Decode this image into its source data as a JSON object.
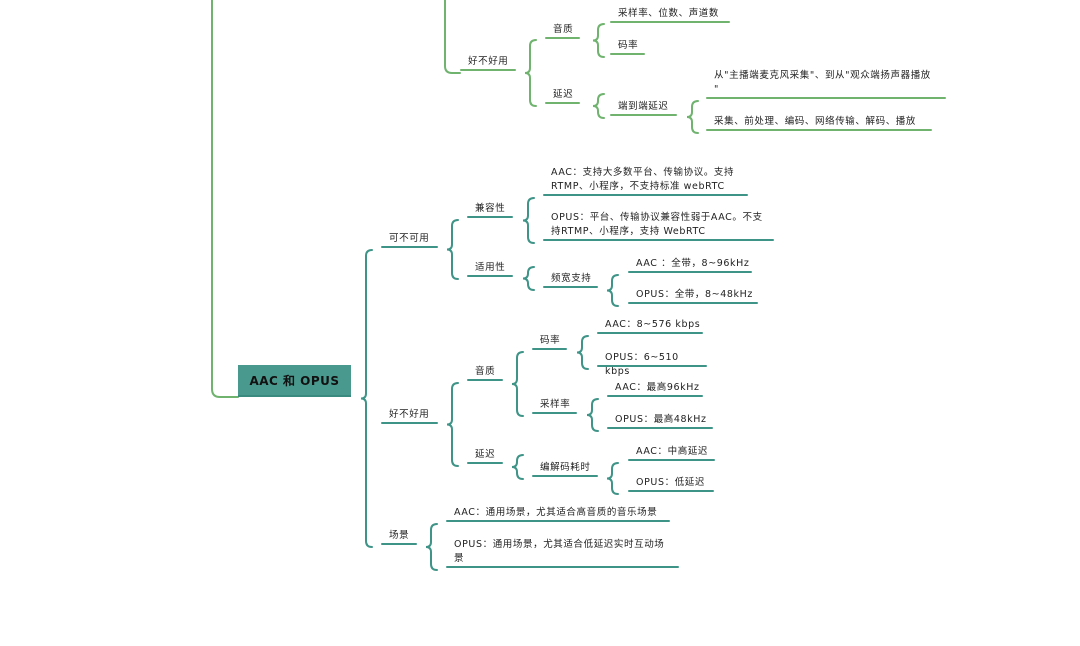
{
  "colors": {
    "top_branch": "#6fb36f",
    "bottom_branch": "#3f9488",
    "root_fill": "#4a998e"
  },
  "root": "AAC 和 OPUS",
  "top": {
    "good": "好不好用",
    "quality": "音质",
    "q1": "采样率、位数、声道数",
    "q2": "码率",
    "latency": "延迟",
    "e2e": "端到端延迟",
    "e2e1": "从\"主播端麦克风采集\"、到从\"观众端扬声器播放\n\"",
    "e2e2": "采集、前处理、编码、网络传输、解码、播放"
  },
  "bottom": {
    "usable": "可不可用",
    "compat": "兼容性",
    "compat_aac": "AAC：支持大多数平台、传输协议。支持\nRTMP、小程序，不支持标准 webRTC",
    "compat_opus": "OPUS：平台、传输协议兼容性弱于AAC。不支\n持RTMP、小程序，支持 WebRTC",
    "applic": "适用性",
    "band": "频宽支持",
    "band_aac": "AAC ：全带，8~96kHz",
    "band_opus": "OPUS：全带，8~48kHz",
    "good": "好不好用",
    "quality": "音质",
    "bitrate": "码率",
    "bitrate_aac": "AAC：8~576 kbps",
    "bitrate_opus": "OPUS：6~510 kbps",
    "sample": "采样率",
    "sample_aac": "AAC：最高96kHz",
    "sample_opus": "OPUS：最高48kHz",
    "latency": "延迟",
    "codec": "编解码耗时",
    "codec_aac": "AAC：中高延迟",
    "codec_opus": "OPUS：低延迟",
    "scene": "场景",
    "scene_aac": "AAC：通用场景，尤其适合高音质的音乐场景",
    "scene_opus": "OPUS：通用场景，尤其适合低延迟实时互动场\n景"
  }
}
